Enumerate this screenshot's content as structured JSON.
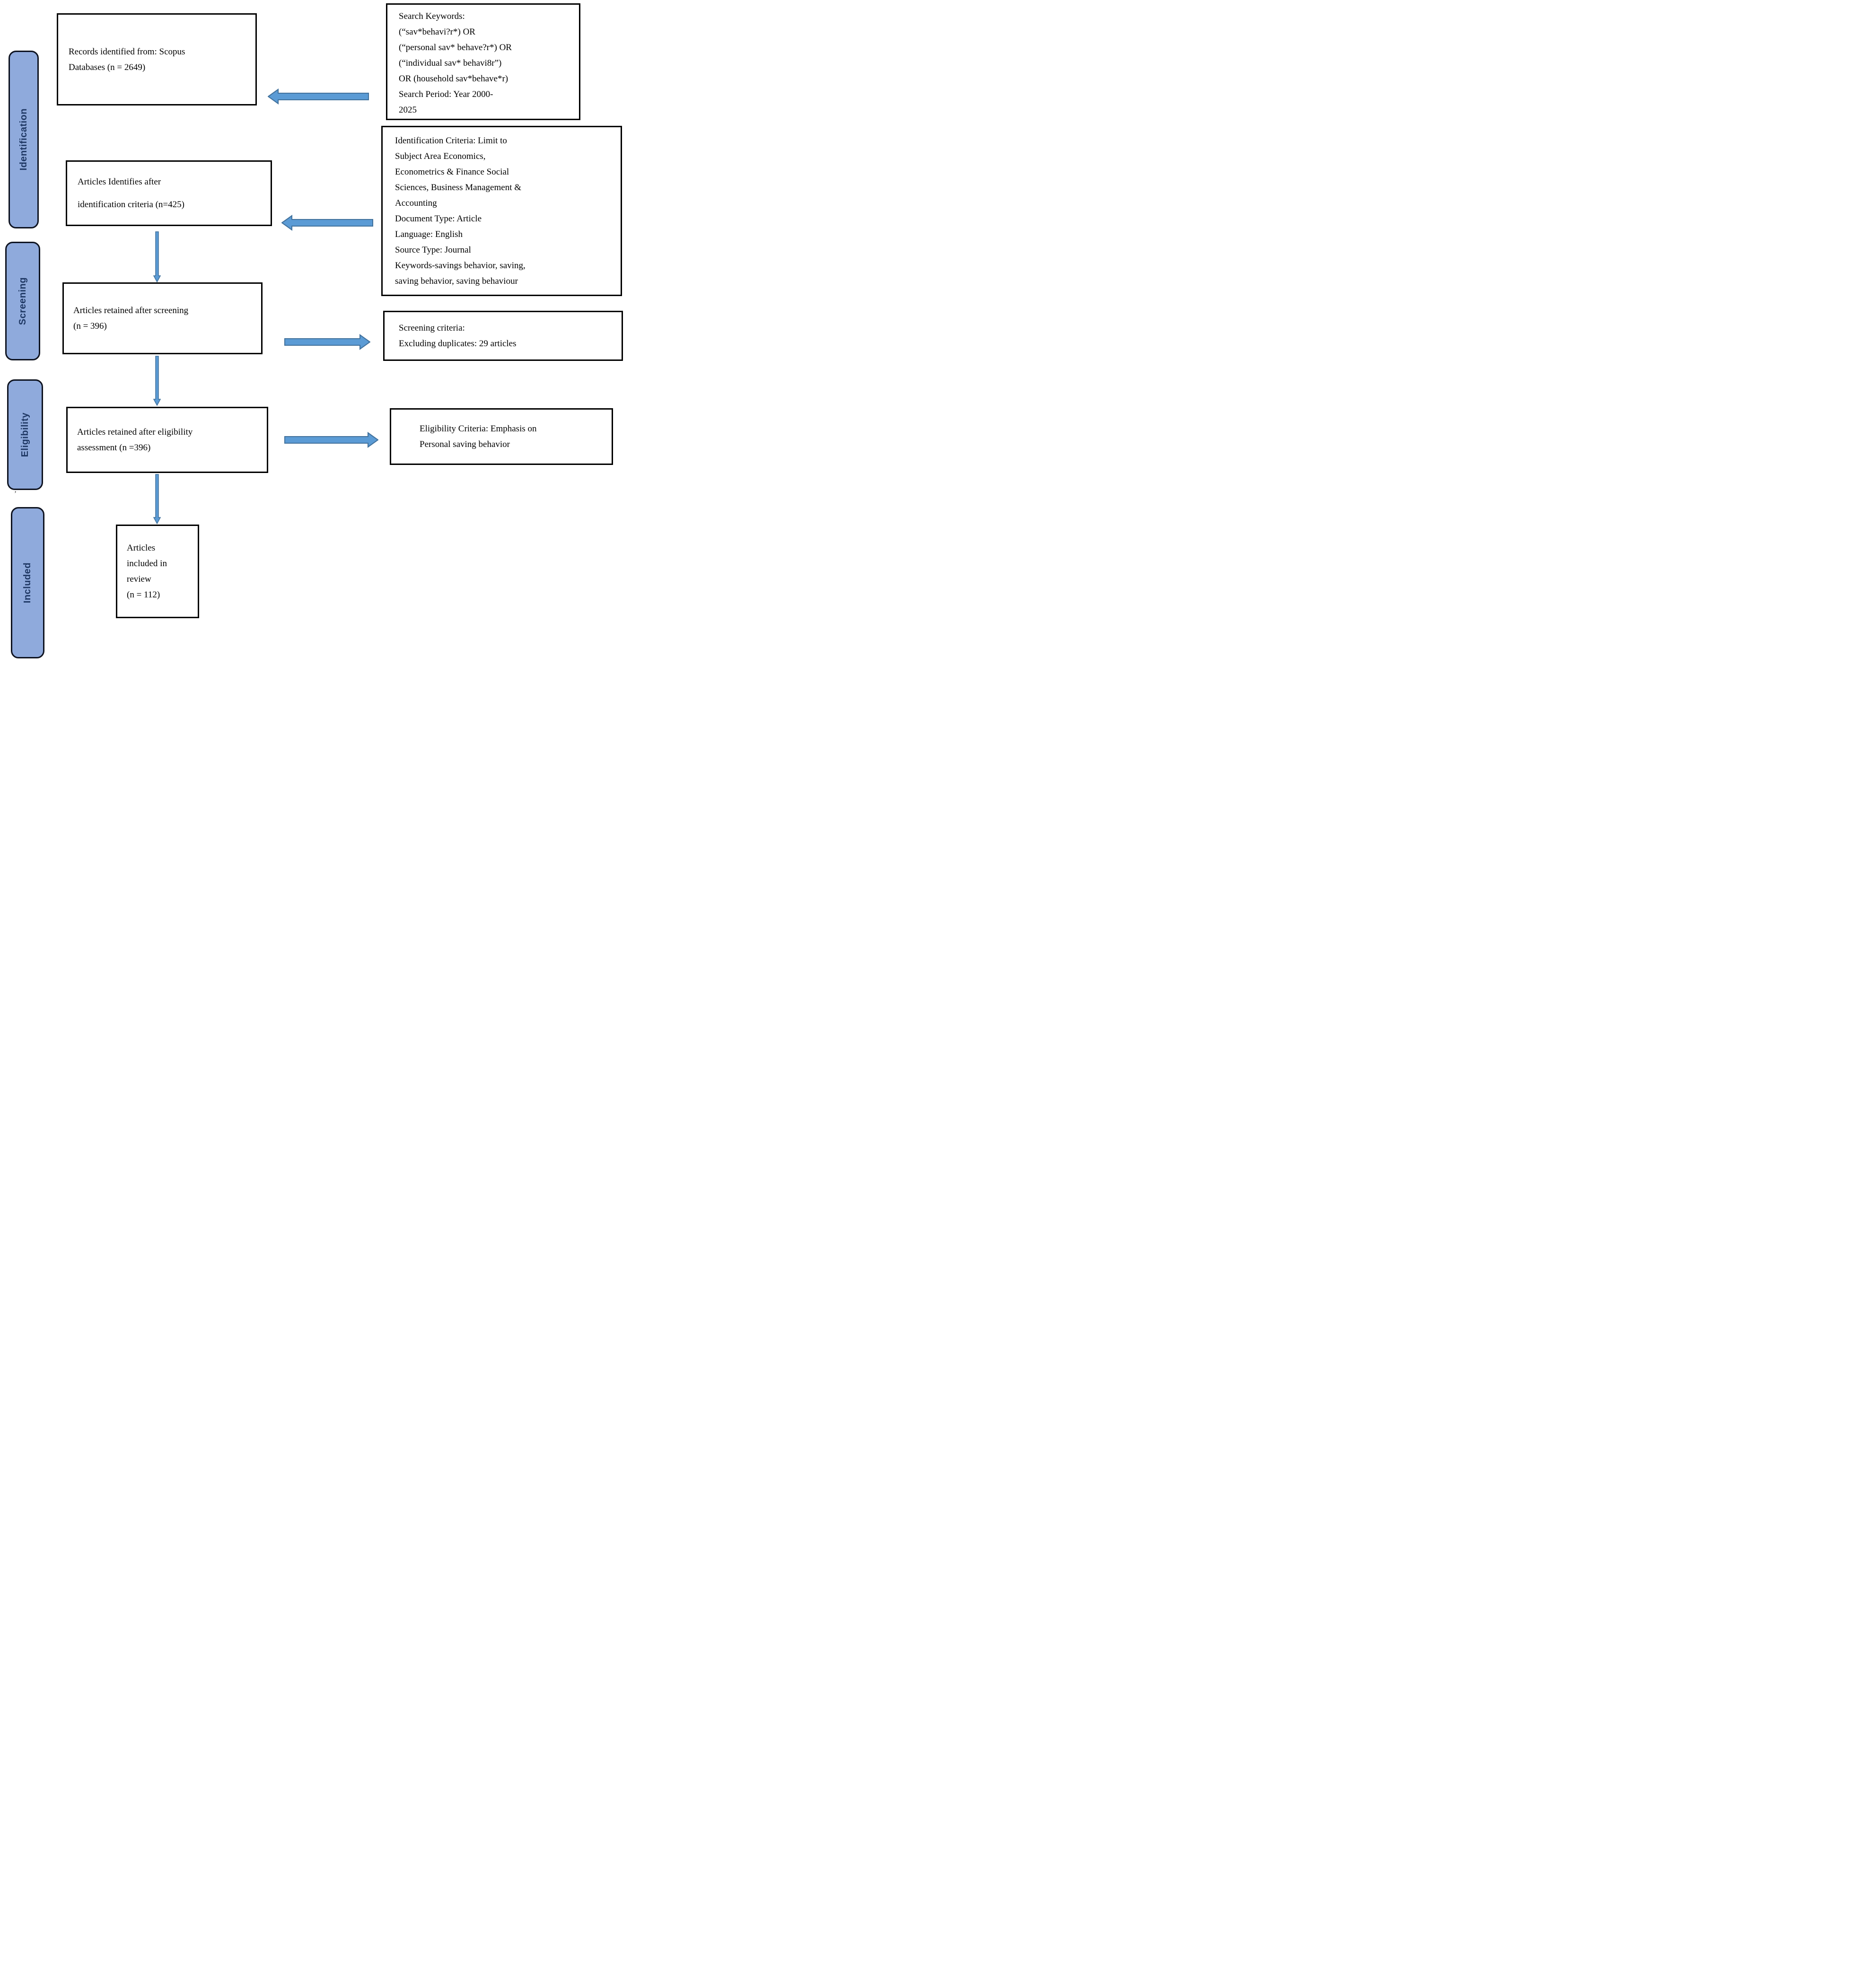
{
  "stages": {
    "identification": "Identification",
    "screening": "Screening",
    "eligibility": "Eligibility",
    "included": "Included"
  },
  "main_boxes": {
    "records": {
      "lines": [
        "Records identified from: Scopus",
        "Databases (n = 2649)"
      ]
    },
    "identified": {
      "lines": [
        "Articles Identifies after",
        "identification criteria (n=425)"
      ]
    },
    "screened": {
      "lines": [
        "Articles retained after screening",
        "(n = 396)"
      ]
    },
    "eligible": {
      "lines": [
        "Articles retained after eligibility",
        "assessment (n =396)"
      ]
    },
    "included": {
      "lines": [
        "Articles",
        "included in",
        "review",
        "(n = 112)"
      ]
    }
  },
  "criteria_boxes": {
    "search": {
      "lines": [
        "Search Keywords:",
        "(“sav*behavi?r*) OR",
        "(“personal sav* behave?r*) OR",
        "(“individual sav* behavi8r”)",
        "OR (household sav*behave*r)",
        "Search Period: Year 2000-",
        "2025"
      ]
    },
    "identification_criteria": {
      "lines": [
        "Identification Criteria: Limit to",
        "Subject Area Economics,",
        "Econometrics & Finance Social",
        "Sciences, Business Management &",
        "Accounting",
        "Document Type: Article",
        "Language: English",
        "Source Type: Journal",
        "Keywords-savings behavior, saving,",
        "saving behavior, saving behaviour"
      ]
    },
    "screening_criteria": {
      "lines": [
        "Screening criteria:",
        "Excluding duplicates: 29 articles"
      ]
    },
    "eligibility_criteria": {
      "lines": [
        "Eligibility Criteria: Emphasis on",
        "Personal saving behavior"
      ]
    }
  },
  "stray_mark": "’",
  "arrows": [
    {
      "id": "search-to-records",
      "direction": "left"
    },
    {
      "id": "identification-criteria-to-identified",
      "direction": "left"
    },
    {
      "id": "identified-to-screened",
      "direction": "down"
    },
    {
      "id": "screened-to-screening-criteria",
      "direction": "right"
    },
    {
      "id": "screened-to-eligible",
      "direction": "down"
    },
    {
      "id": "eligible-to-eligibility-criteria",
      "direction": "right"
    },
    {
      "id": "eligible-to-included",
      "direction": "down"
    }
  ],
  "colors": {
    "stage_fill": "#8FAADC",
    "stage_border": "#0e1320",
    "stage_text": "#1F3864",
    "arrow_fill": "#5B9BD5",
    "arrow_stroke": "#41719C",
    "box_border": "#000000"
  }
}
